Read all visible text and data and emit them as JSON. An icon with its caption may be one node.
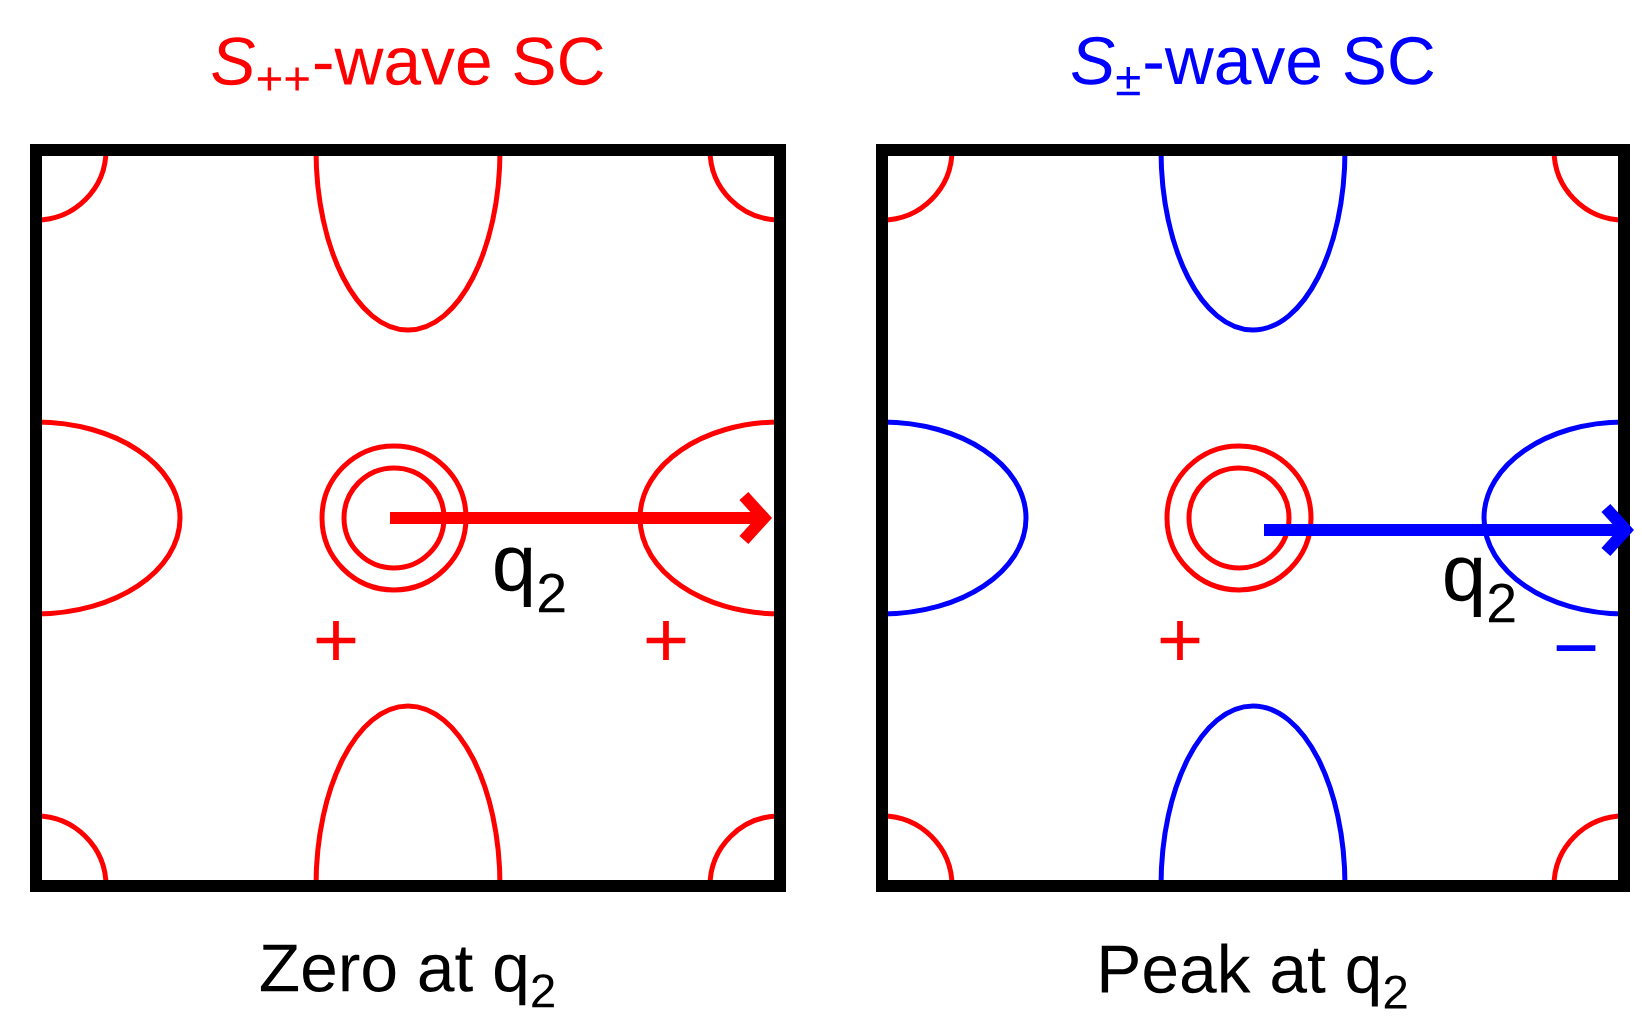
{
  "diagram": {
    "nodes": [
      {
        "text": [
          "*S*$_{++}$-wave SC"
        ],
        "beside": [
          "Zero at q$_{2}$"
        ]
      },
      {
        "text": [
          "*S*$_{±}$-wave SC"
        ],
        "beside": [
          "Peak at q$_{2}$"
        ]
      }
    ],
    "labels": [
      "q$_{2}$",
      "+",
      "+",
      "q$_{2}$",
      "+",
      "−"
    ]
  }
}
